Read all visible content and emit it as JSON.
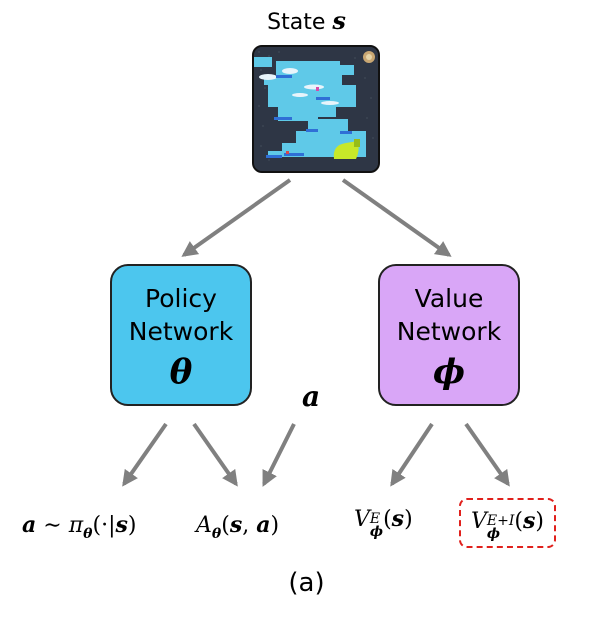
{
  "state": {
    "title": "State",
    "symbol": "s"
  },
  "policy_network": {
    "line1": "Policy",
    "line2": "Network",
    "param": "θ",
    "fill": "#4cc6ee"
  },
  "value_network": {
    "line1": "Value",
    "line2": "Network",
    "param": "ϕ",
    "fill": "#d9a6f7"
  },
  "action_label": "a",
  "outputs": {
    "action": {
      "lhs": "a",
      "rel": " ∼ ",
      "pi": "π",
      "sub": "θ",
      "args": "(·|",
      "s": "s",
      "close": ")"
    },
    "advantage": {
      "A": "A",
      "sub": "θ",
      "open": "(",
      "s": "s",
      "comma": ", ",
      "a": "a",
      "close": ")"
    },
    "value_e": {
      "V": "V",
      "sup": "E",
      "sub": "ϕ",
      "open": "(",
      "s": "s",
      "close": ")"
    },
    "value_ei": {
      "V": "V",
      "sup": "E+I",
      "sub": "ϕ",
      "open": "(",
      "s": "s",
      "close": ")",
      "highlight_color": "#e0201c"
    }
  },
  "caption": "(a)",
  "colors": {
    "arrow": "#808080",
    "border": "#222222"
  }
}
